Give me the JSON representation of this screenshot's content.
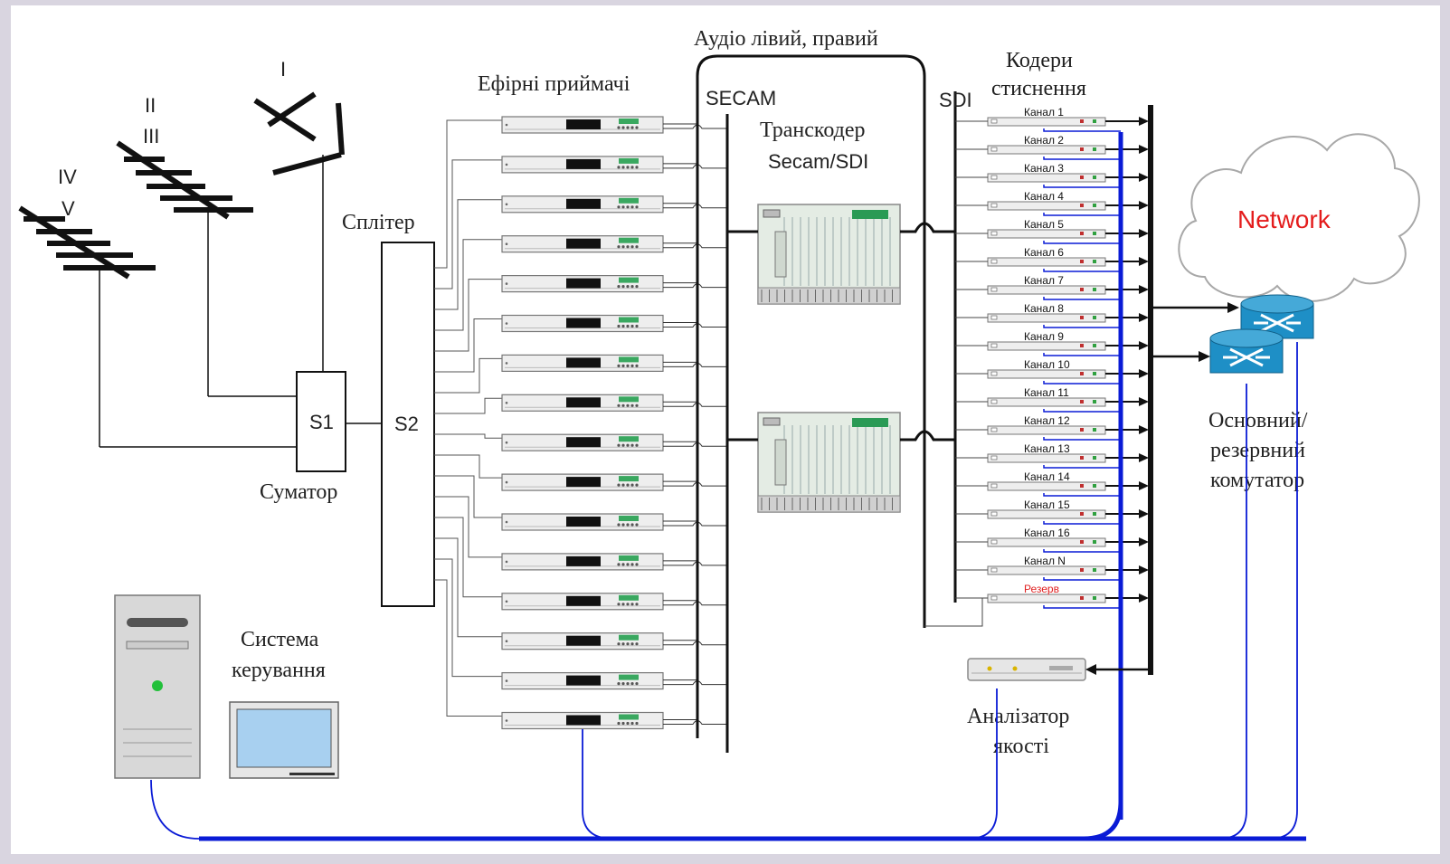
{
  "labels": {
    "audio": "Аудіо лівий, правий",
    "receivers": "Ефірні приймачі",
    "secam": "SECAM",
    "transcoder_1": "Транскодер",
    "transcoder_2": "Secam/SDI",
    "sdi": "SDI",
    "encoders_1": "Кодери",
    "encoders_2": "стиснення",
    "splitter": "Сплітер",
    "summator": "Суматор",
    "s1": "S1",
    "s2": "S2",
    "ant_I": "I",
    "ant_II": "II",
    "ant_III": "III",
    "ant_IV": "IV",
    "ant_V": "V",
    "control_1": "Система",
    "control_2": "керування",
    "analyzer_1": "Аналізатор",
    "analyzer_2": "якості",
    "switch_1": "Основний/",
    "switch_2": "резервний",
    "switch_3": "комутатор",
    "network": "Network"
  },
  "channels": [
    "Канал 1",
    "Канал 2",
    "Канал 3",
    "Канал 4",
    "Канал 5",
    "Канал 6",
    "Канал 7",
    "Канал 8",
    "Канал 9",
    "Канал 10",
    "Канал 11",
    "Канал 12",
    "Канал 13",
    "Канал 14",
    "Канал 15",
    "Канал 16",
    "Канал N"
  ],
  "reserve": "Резерв",
  "colors": {
    "network_text": "#e41c1c",
    "reserve_text": "#e02020",
    "link_blue": "#0a1bd6",
    "switch_blue": "#1e8fc6"
  }
}
